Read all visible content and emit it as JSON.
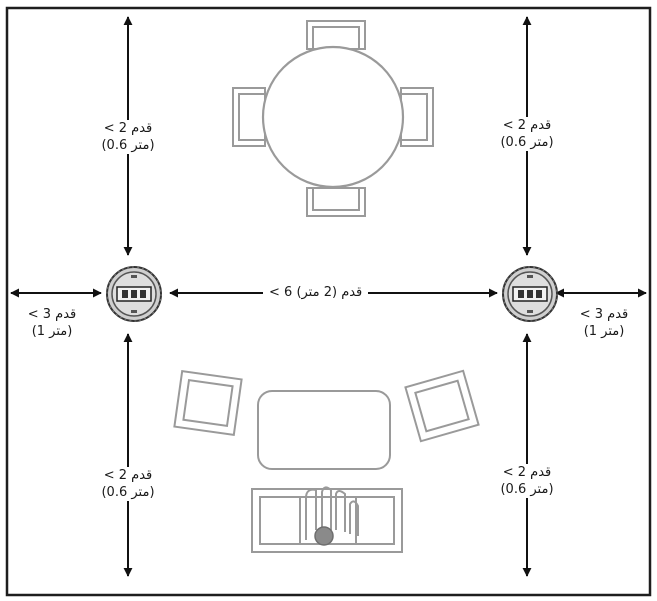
{
  "colors": {
    "frame": "#1e1e1e",
    "arrow": "#111111",
    "furniture": "#9a9a9a",
    "sensor_fill": "#d6d6d6",
    "sensor_ring": "#444444",
    "background": "#ffffff"
  },
  "labels": {
    "top_left": {
      "line1": "< 2 قدم",
      "line2": "(0.6 متر)"
    },
    "top_right": {
      "line1": "< 2 قدم",
      "line2": "(0.6 متر)"
    },
    "left_side": {
      "line1": "< 3 قدم",
      "line2": "(1 متر)"
    },
    "right_side": {
      "line1": "< 3 قدم",
      "line2": "(1 متر)"
    },
    "middle": {
      "line1": "< 6 قدم (2 متر)"
    },
    "bottom_left": {
      "line1": "< 2 قدم",
      "line2": "(0.6 متر)"
    },
    "bottom_right": {
      "line1": "< 2 قدم",
      "line2": "(0.6 متر)"
    }
  },
  "icons": {
    "sensor": "ceiling-sensor-icon",
    "dining_table": "round-table-icon",
    "sofa": "sofa-icon",
    "armchair": "armchair-icon",
    "coffee_table": "coffee-table-icon",
    "lamp": "lamp-icon"
  }
}
